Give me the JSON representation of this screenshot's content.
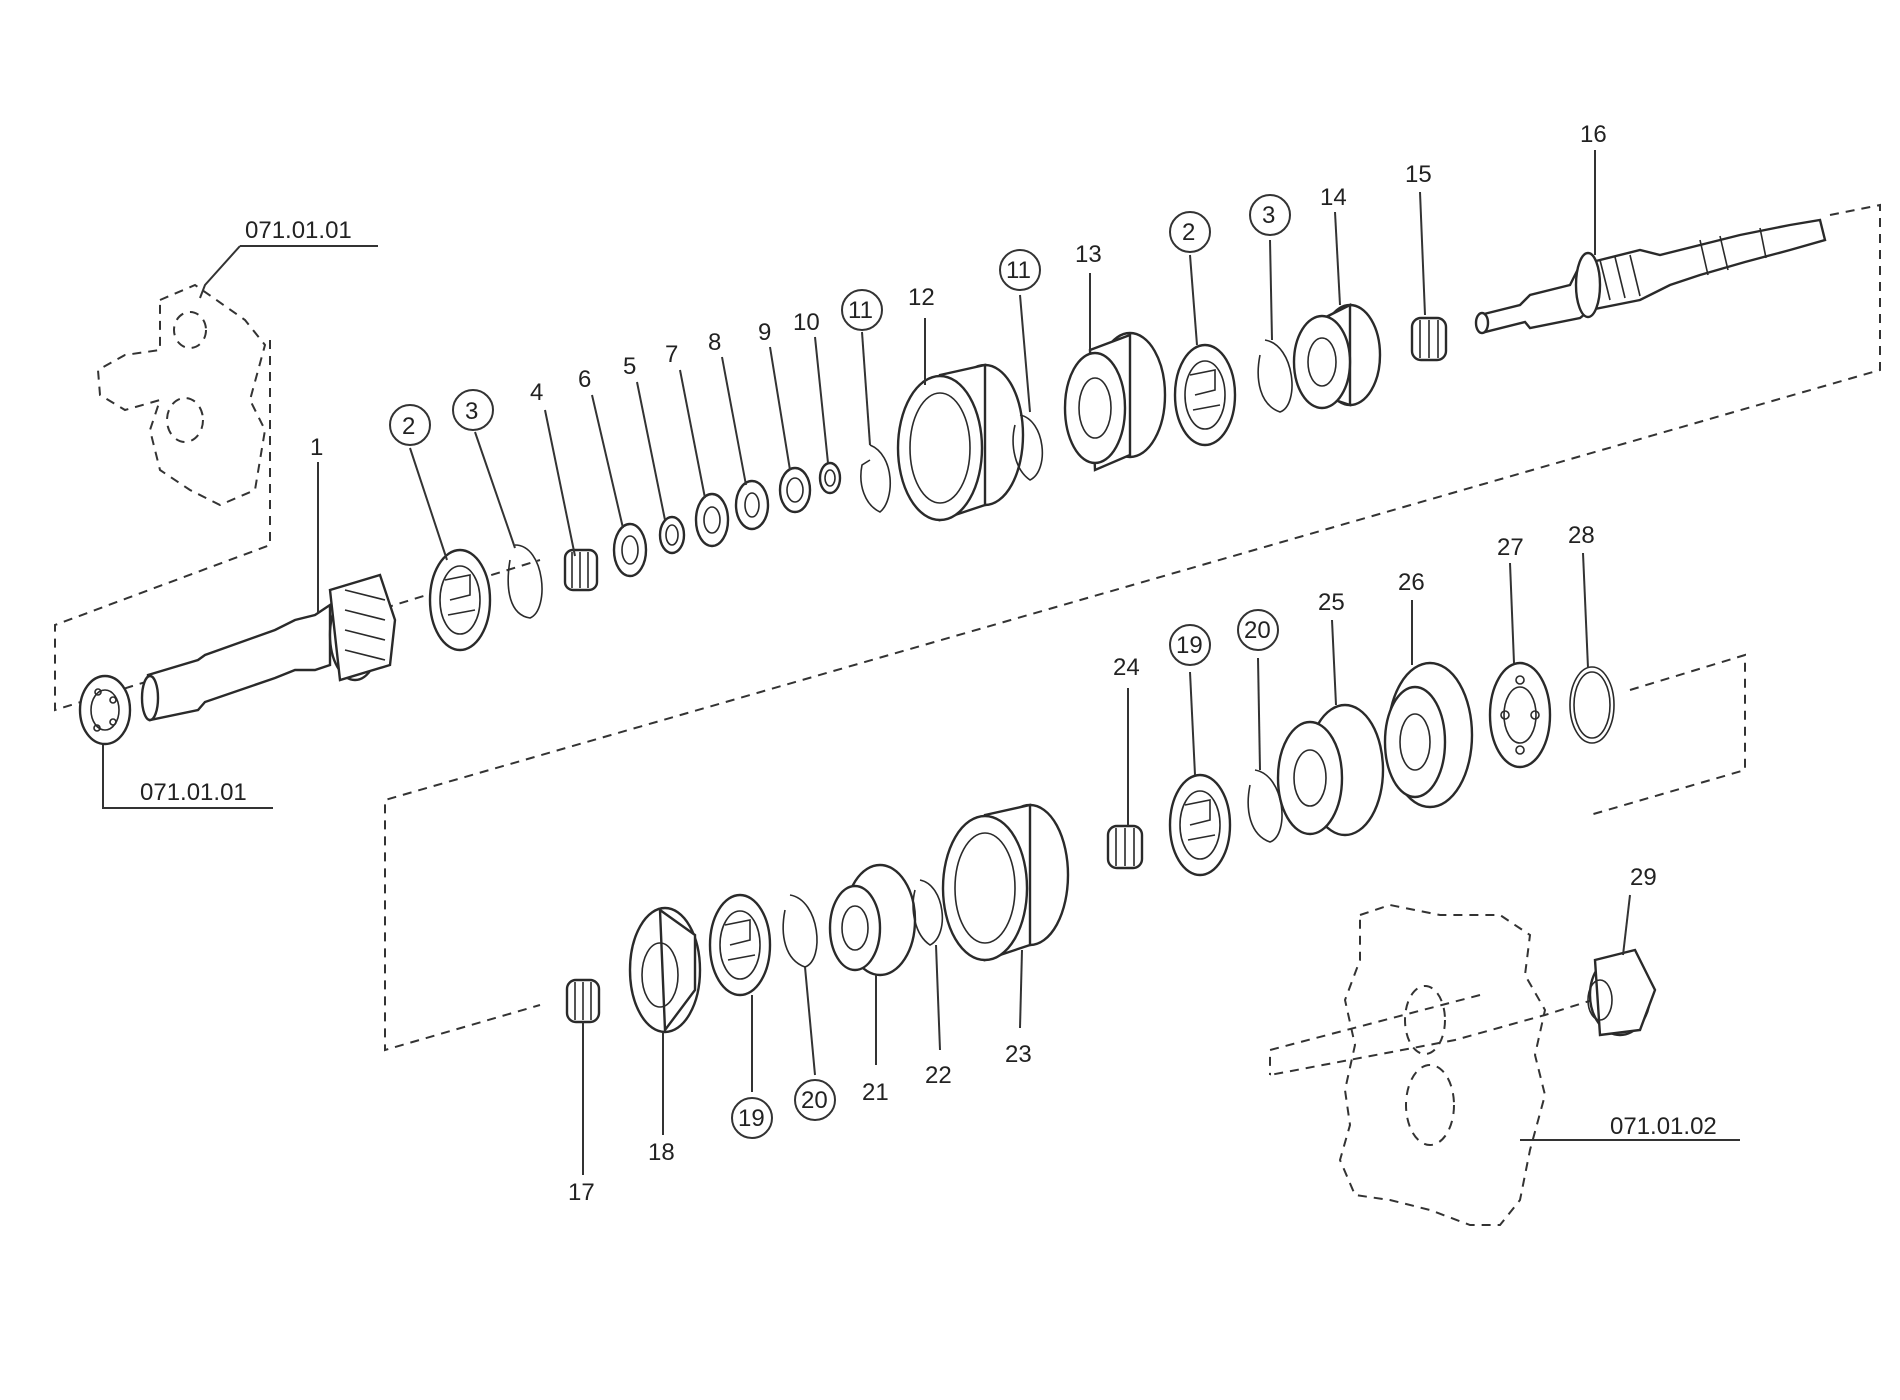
{
  "references": {
    "ref_top": "071.01.01",
    "ref_left": "071.01.01",
    "ref_right": "071.01.02"
  },
  "callouts": {
    "p1": "1",
    "p2a": "2",
    "p3a": "3",
    "p4": "4",
    "p6": "6",
    "p5": "5",
    "p7": "7",
    "p8": "8",
    "p9": "9",
    "p10": "10",
    "p11a": "11",
    "p12": "12",
    "p11b": "11",
    "p13": "13",
    "p2b": "2",
    "p3b": "3",
    "p14": "14",
    "p15": "15",
    "p16": "16",
    "p17": "17",
    "p18": "18",
    "p19a": "19",
    "p20a": "20",
    "p21": "21",
    "p22": "22",
    "p23": "23",
    "p24": "24",
    "p19b": "19",
    "p20b": "20",
    "p25": "25",
    "p26": "26",
    "p27": "27",
    "p28": "28",
    "p29": "29"
  }
}
